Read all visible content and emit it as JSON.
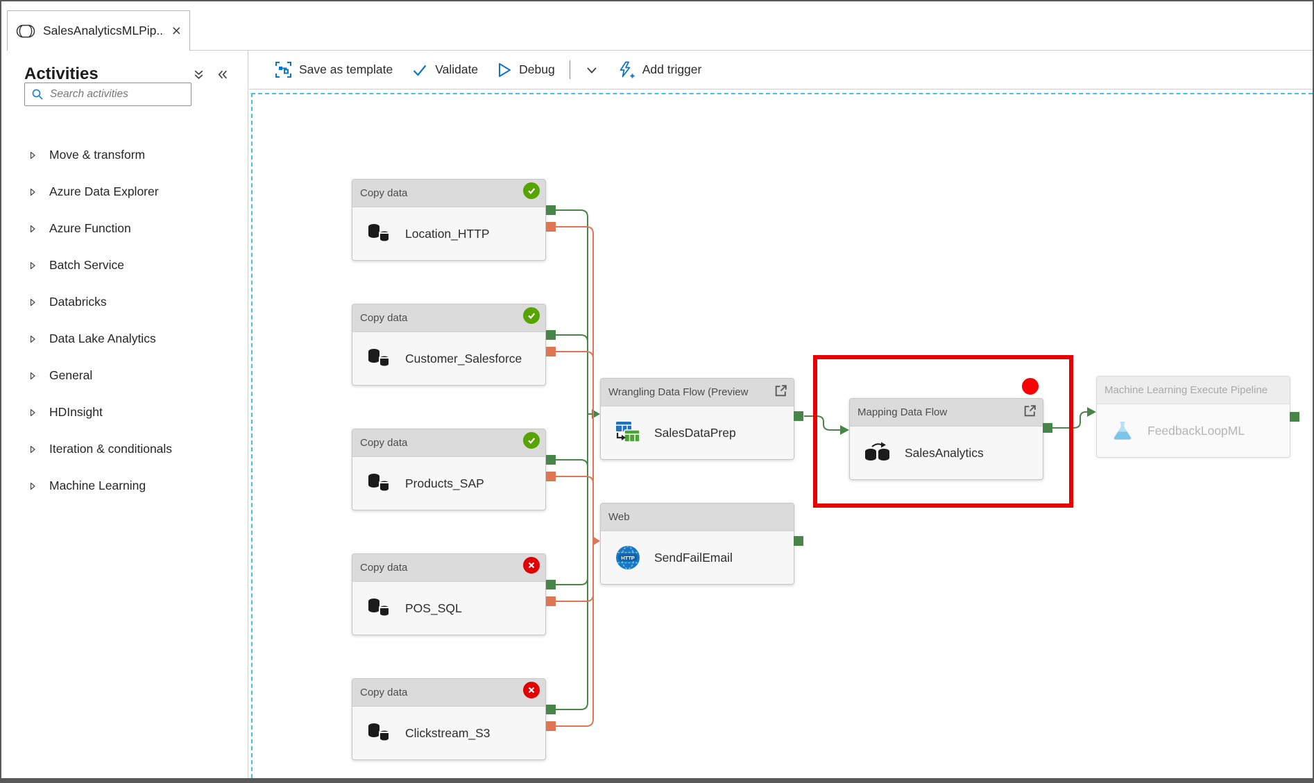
{
  "tab": {
    "title": "SalesAnalyticsMLPip...",
    "close_glyph": "×"
  },
  "sidebar": {
    "title": "Activities",
    "search": {
      "placeholder": "Search activities"
    },
    "items": [
      {
        "label": "Move & transform"
      },
      {
        "label": "Azure Data Explorer"
      },
      {
        "label": "Azure Function"
      },
      {
        "label": "Batch Service"
      },
      {
        "label": "Databricks"
      },
      {
        "label": "Data Lake Analytics"
      },
      {
        "label": "General"
      },
      {
        "label": "HDInsight"
      },
      {
        "label": "Iteration & conditionals"
      },
      {
        "label": "Machine Learning"
      }
    ]
  },
  "toolbar": {
    "save_as_template_label": "Save as template",
    "validate_label": "Validate",
    "debug_label": "Debug",
    "add_trigger_label": "Add trigger"
  },
  "canvas": {
    "nodes": [
      {
        "type": "Copy data",
        "name": "Location_HTTP",
        "status": "success"
      },
      {
        "type": "Copy data",
        "name": "Customer_Salesforce",
        "status": "success"
      },
      {
        "type": "Copy data",
        "name": "Products_SAP",
        "status": "success"
      },
      {
        "type": "Copy data",
        "name": "POS_SQL",
        "status": "error"
      },
      {
        "type": "Copy data",
        "name": "Clickstream_S3",
        "status": "error"
      },
      {
        "type": "Wrangling Data Flow (Preview",
        "name": "SalesDataPrep"
      },
      {
        "type": "Web",
        "name": "SendFailEmail",
        "icon_label": "HTTP"
      },
      {
        "type": "Mapping Data Flow",
        "name": "SalesAnalytics",
        "highlighted": true
      },
      {
        "type": "Machine Learning Execute Pipeline",
        "name": "FeedbackLoopML",
        "disabled": true
      }
    ]
  },
  "colors": {
    "accent_blue": "#0b76c8",
    "success_green": "#57a300",
    "error_red": "#e00000",
    "connector_success": "#478549",
    "connector_failure": "#dd7652",
    "highlight_red": "#e80000",
    "canvas_dash_blue": "#43c0e5"
  }
}
